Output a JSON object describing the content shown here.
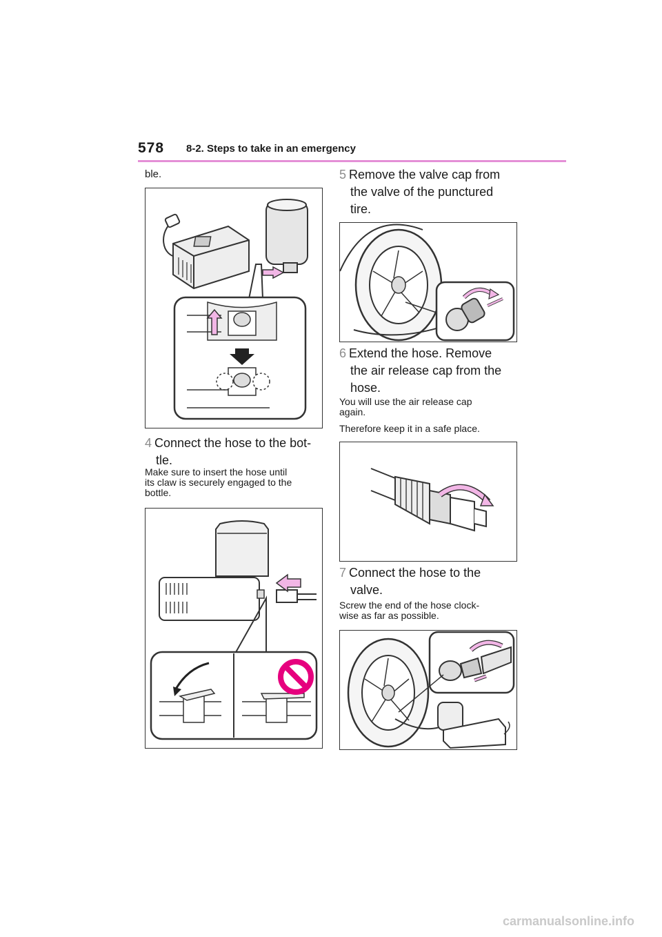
{
  "header": {
    "page_number": "578",
    "section": "8-2. Steps to take in an emergency"
  },
  "left": {
    "continuation": "ble.",
    "step4": {
      "num": "4",
      "line1": "Connect the hose to the bot-",
      "line2": "tle."
    },
    "step4_note": [
      "Make sure to insert the hose until",
      "its claw is securely engaged to the",
      "bottle."
    ]
  },
  "right": {
    "step5": {
      "num": "5",
      "line1": "Remove the valve cap from",
      "line2": "the valve of the punctured",
      "line3": "tire."
    },
    "step6": {
      "num": "6",
      "line1": "Extend the hose. Remove",
      "line2": "the air release cap from the",
      "line3": "hose."
    },
    "step6_note": [
      "You will use the air release cap",
      "again."
    ],
    "step6_note2": "Therefore keep it in a safe place.",
    "step7": {
      "num": "7",
      "line1": "Connect the hose to the",
      "line2": "valve."
    },
    "step7_note": [
      "Screw the end of the hose clock-",
      "wise as far as possible."
    ]
  },
  "watermark": "carmanualsonline.info",
  "colors": {
    "accent": "#e48fd6",
    "arrow_pink": "#f2b6e6",
    "prohibit": "#e6007e",
    "step_num": "#8c8c8c"
  }
}
